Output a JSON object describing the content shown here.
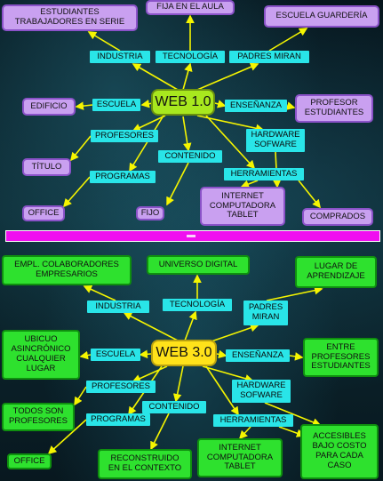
{
  "top": {
    "hub": "WEB 1.0",
    "links": {
      "industria": "INDUSTRIA",
      "tecnologia": "TECNOLOGÍA",
      "padres": "PADRES MIRAN",
      "escuela": "ESCUELA",
      "ensenanza": "ENSEÑANZA",
      "profesores": "PROFESORES",
      "hardware": "HARDWARE\nSOFWARE",
      "contenido": "CONTENIDO",
      "programas": "PROGRAMAS",
      "herramientas": "HERRAMIENTAS"
    },
    "leaves": {
      "estudiantes": "ESTUDIANTES\nTRABAJADORES EN SERIE",
      "fija": "FIJA EN EL AULA",
      "guarderia": "ESCUELA GUARDERÍA",
      "edificio": "EDIFICIO",
      "profesor": "PROFESOR\nESTUDIANTES",
      "titulo": "TÍTULO",
      "office": "OFFICE",
      "fijo": "FIJO",
      "internet": "INTERNET\nCOMPUTADORA\nTABLET",
      "comprados": "COMPRADOS"
    }
  },
  "bottom": {
    "hub": "WEB 3.0",
    "links": {
      "industria": "INDUSTRIA",
      "tecnologia": "TECNOLOGÍA",
      "padres": "PADRES\nMIRAN",
      "escuela": "ESCUELA",
      "ensenanza": "ENSEÑANZA",
      "profesores": "PROFESORES",
      "hardware": "HARDWARE\nSOFWARE",
      "contenido": "CONTENIDO",
      "programas": "PROGRAMAS",
      "herramientas": "HERRAMIENTAS"
    },
    "leaves": {
      "empl": "EMPL. COLABORADORES\nEMPRESARIOS",
      "universo": "UNIVERSO DIGITAL",
      "lugar": "LUGAR DE\nAPRENDIZAJE",
      "ubicuo": "UBICUO\nASINCRÓNICO\nCUALQUIER\nLUGAR",
      "entre": "ENTRE\nPROFESORES\nESTUDIANTES",
      "todos": "TODOS SON\nPROFESORES",
      "office": "OFFICE",
      "reconstruido": "RECONSTRUIDO\nEN EL CONTEXTO",
      "internet": "INTERNET\nCOMPUTADORA\nTABLET",
      "accesibles": "ACCESIBLES\nBAJO COSTO\nPARA CADA\nCASO"
    }
  },
  "colors": {
    "arrow": "#f5f500",
    "link_label": "#29e5e8",
    "leaf_top": "#c9a0f0",
    "leaf_bottom": "#2ee12e",
    "hub_top": "#a8e81e",
    "hub_bottom": "#ffe21a",
    "divider": "#f00ff0"
  }
}
